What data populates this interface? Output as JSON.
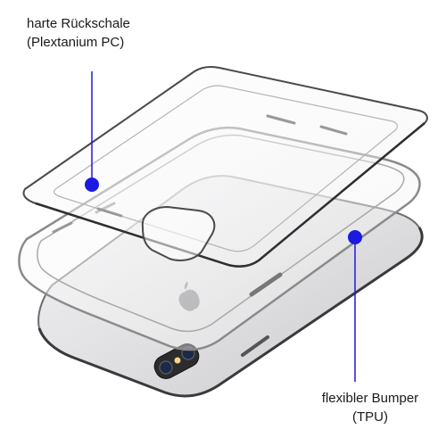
{
  "labels": {
    "hard_shell_line1": "harte Rückschale",
    "hard_shell_line2": "(Plextanium PC)",
    "bumper_line1": "flexibler Bumper",
    "bumper_line2": "(TPU)"
  },
  "colors": {
    "callout": "#1a1ae0",
    "text": "#1a1a1a",
    "phone_silver": "#d9d9db",
    "case_edge": "#7a7a7a"
  },
  "icons": {
    "camera": "camera-lens-icon",
    "logo": "apple-logo-icon"
  }
}
